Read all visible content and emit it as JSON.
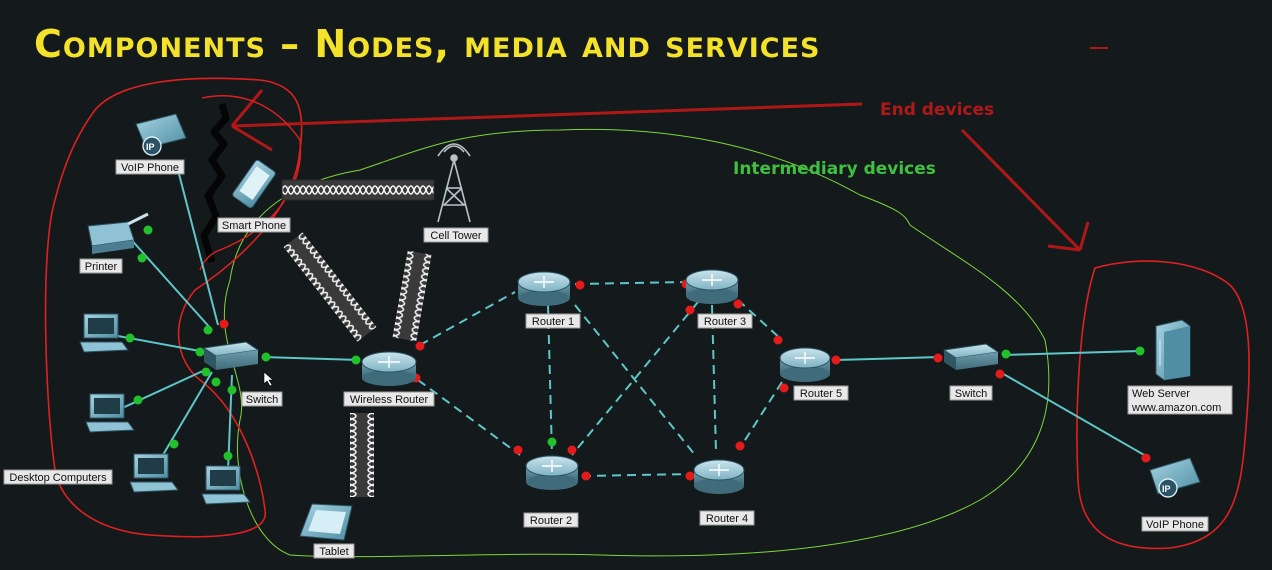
{
  "title": "Components – Nodes, media and services",
  "annotations": {
    "end_devices": "End devices",
    "intermediary_devices": "Intermediary devices"
  },
  "colors": {
    "background": "#141a1c",
    "title": "#f4e12a",
    "end_devices_annotation": "#b01818",
    "intermediary_annotation": "#3fc13f",
    "link": "#5ec6c8",
    "port_green": "#22c02a",
    "port_red": "#e51b1b"
  },
  "devices": {
    "voip_phone_left": "VoIP Phone",
    "smart_phone": "Smart Phone",
    "cell_tower": "Cell Tower",
    "printer": "Printer",
    "switch_left": "Switch",
    "wireless_router": "Wireless Router",
    "desktop_computers": "Desktop Computers",
    "tablet": "Tablet",
    "router1": "Router 1",
    "router2": "Router 2",
    "router3": "Router 3",
    "router4": "Router 4",
    "router5": "Router 5",
    "switch_right": "Switch",
    "web_server": "Web Server",
    "web_server_host": "www.amazon.com",
    "voip_phone_right": "VoIP Phone"
  }
}
